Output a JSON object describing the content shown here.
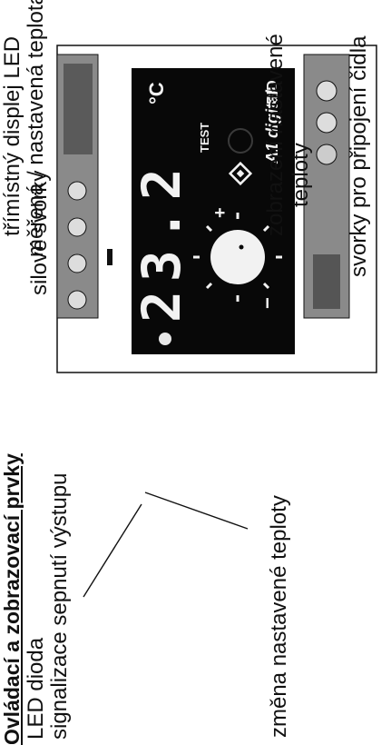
{
  "heading": "Ovládací a zobrazovací prvky",
  "labels": {
    "led_dioda": "LED dioda",
    "signalizace": "signalizace sepnutí výstupu",
    "silove_svorky": "silové svorky",
    "zmena": "změna nastavené teploty",
    "displej_l1": "třímístný displej LED",
    "displej_l2": "měřená / nastavená teplota",
    "zobrazeni_l1": "zobrazení nastavené",
    "zobrazeni_l2": "teploty",
    "svorky_cidla": "svorky pro připojení čidla"
  },
  "device": {
    "display_digits": "23.2",
    "unit": "°C",
    "test_label": "TEST",
    "brand": "A1 digital",
    "mode": "PID",
    "plus": "+",
    "minus": "−"
  },
  "colors": {
    "panel": "#080808",
    "housing": "#ffffff",
    "ink": "#111111"
  }
}
